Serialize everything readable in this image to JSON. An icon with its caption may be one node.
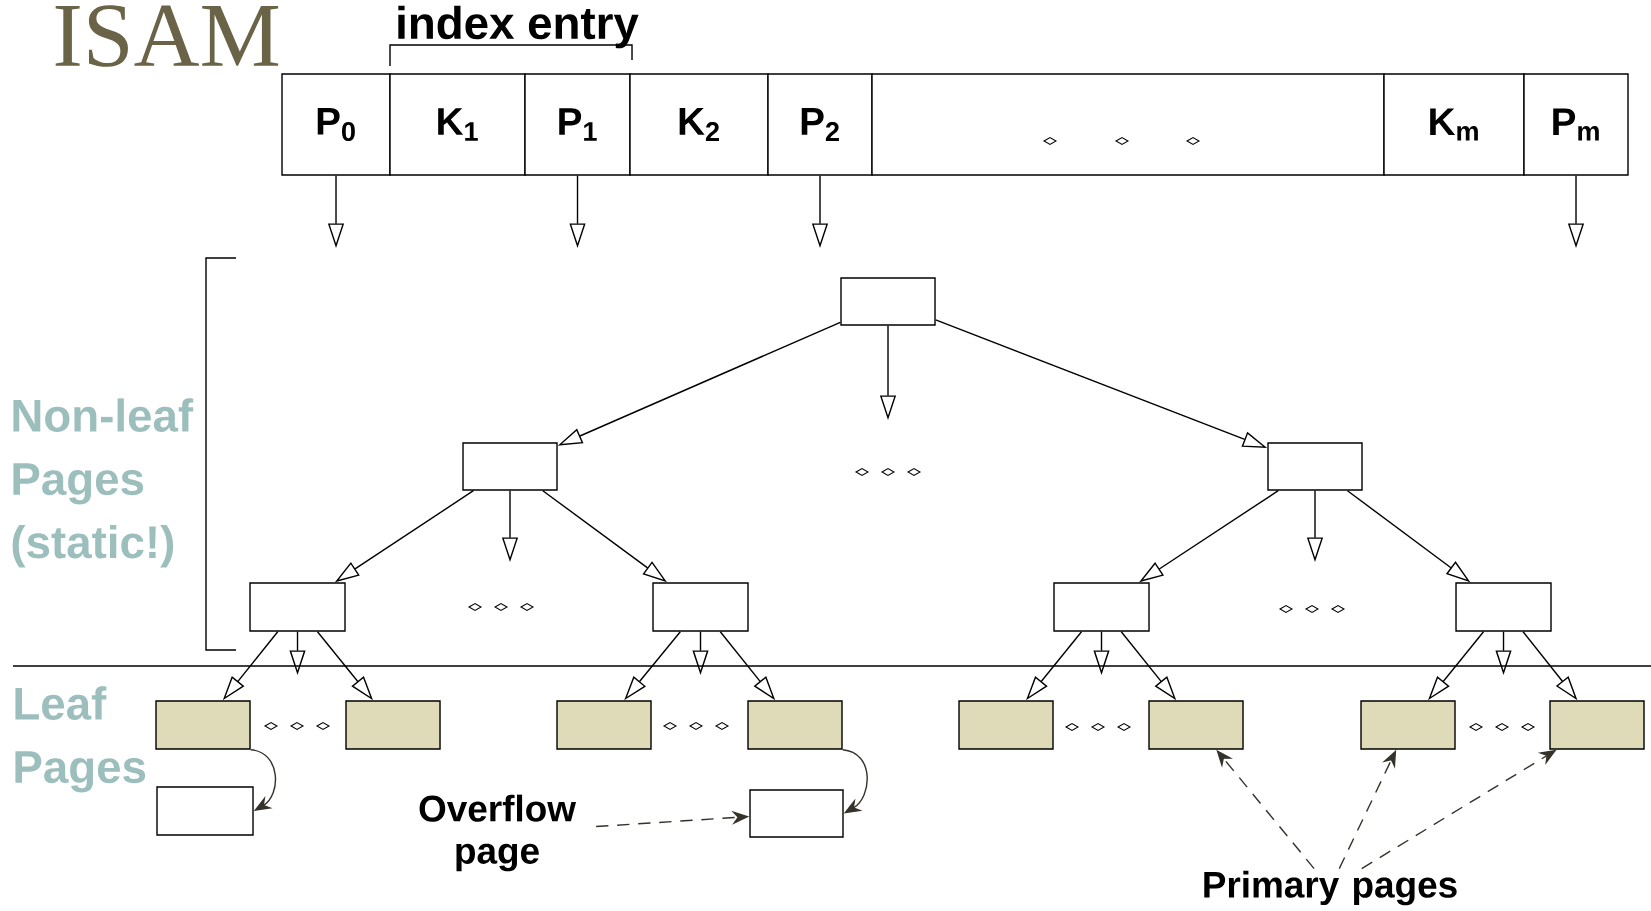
{
  "diagram": {
    "title": "ISAM",
    "nodes": [
      {
        "text": [
          "P$_{0}$"
        ]
      },
      {
        "text": [
          "K$_{1}$"
        ]
      },
      {
        "text": [
          "P$_{1}$"
        ]
      },
      {
        "text": [
          "K$_{2}$"
        ]
      },
      {
        "text": [
          "P$_{2}$"
        ]
      },
      {
        "text": [],
        "shape": "box"
      },
      {
        "text": [
          "K$_{m}$"
        ]
      },
      {
        "text": [
          "P$_{m}$"
        ]
      },
      {
        "text": [],
        "shape": "box"
      },
      {
        "text": [],
        "shape": "box"
      },
      {
        "text": [],
        "shape": "box"
      },
      {
        "text": [],
        "shape": "box"
      },
      {
        "text": [],
        "shape": "box"
      },
      {
        "text": [],
        "shape": "box"
      },
      {
        "text": [],
        "shape": "box"
      },
      {
        "text": [],
        "shape": "box"
      },
      {
        "text": [],
        "shape": "box"
      },
      {
        "text": [],
        "shape": "box"
      },
      {
        "text": [],
        "shape": "box"
      },
      {
        "text": [],
        "shape": "box"
      },
      {
        "text": [],
        "shape": "box"
      },
      {
        "text": [],
        "shape": "box"
      },
      {
        "text": [],
        "shape": "box"
      },
      {
        "text": [],
        "shape": "box"
      },
      {
        "text": [],
        "shape": "box"
      },
      {
        "text": [
          "Overflow page"
        ]
      },
      {
        "text": [
          "Primary pages"
        ]
      }
    ],
    "edges": [
      {
        "from": 0,
        "to": null,
        "arrow": "to"
      },
      {
        "from": 2,
        "to": null,
        "arrow": "to"
      },
      {
        "from": 4,
        "to": null,
        "arrow": "to"
      },
      {
        "from": 7,
        "to": null,
        "arrow": "to"
      },
      {
        "from": 8,
        "to": 9,
        "arrow": "to"
      },
      {
        "from": 8,
        "to": null,
        "arrow": "to"
      },
      {
        "from": 8,
        "to": 10,
        "arrow": "to"
      },
      {
        "from": 9,
        "to": 11,
        "arrow": "to"
      },
      {
        "from": 9,
        "to": null,
        "arrow": "to"
      },
      {
        "from": 9,
        "to": 12,
        "arrow": "to"
      },
      {
        "from": 10,
        "to": 13,
        "arrow": "to"
      },
      {
        "from": 10,
        "to": null,
        "arrow": "to"
      },
      {
        "from": 10,
        "to": 14,
        "arrow": "to"
      },
      {
        "from": 11,
        "to": 15,
        "arrow": "to"
      },
      {
        "from": 11,
        "to": null,
        "arrow": "to"
      },
      {
        "from": 11,
        "to": 16,
        "arrow": "to"
      },
      {
        "from": 12,
        "to": 17,
        "arrow": "to"
      },
      {
        "from": 12,
        "to": null,
        "arrow": "to"
      },
      {
        "from": 12,
        "to": 18,
        "arrow": "to"
      },
      {
        "from": 13,
        "to": 19,
        "arrow": "to"
      },
      {
        "from": 13,
        "to": null,
        "arrow": "to"
      },
      {
        "from": 13,
        "to": 20,
        "arrow": "to"
      },
      {
        "from": 14,
        "to": 21,
        "arrow": "to"
      },
      {
        "from": 14,
        "to": null,
        "arrow": "to"
      },
      {
        "from": 14,
        "to": 22,
        "arrow": "to"
      },
      {
        "from": 15,
        "to": 23,
        "arrow": "to",
        "color": "#35322a"
      },
      {
        "from": 18,
        "to": 24,
        "arrow": "to",
        "color": "#35322a"
      },
      {
        "from": 25,
        "to": 24,
        "arrow": "to",
        "style": "dashed",
        "color": "#35322a"
      },
      {
        "from": 26,
        "to": 20,
        "arrow": "to",
        "style": "dashed",
        "color": "#35322a"
      },
      {
        "from": 26,
        "to": 21,
        "arrow": "to",
        "style": "dashed",
        "color": "#35322a"
      },
      {
        "from": 26,
        "to": 22,
        "arrow": "to",
        "style": "dashed",
        "color": "#35322a"
      }
    ],
    "labels": [
      "index entry",
      "Non-leaf Pages (static!)",
      "Leaf Pages"
    ]
  }
}
